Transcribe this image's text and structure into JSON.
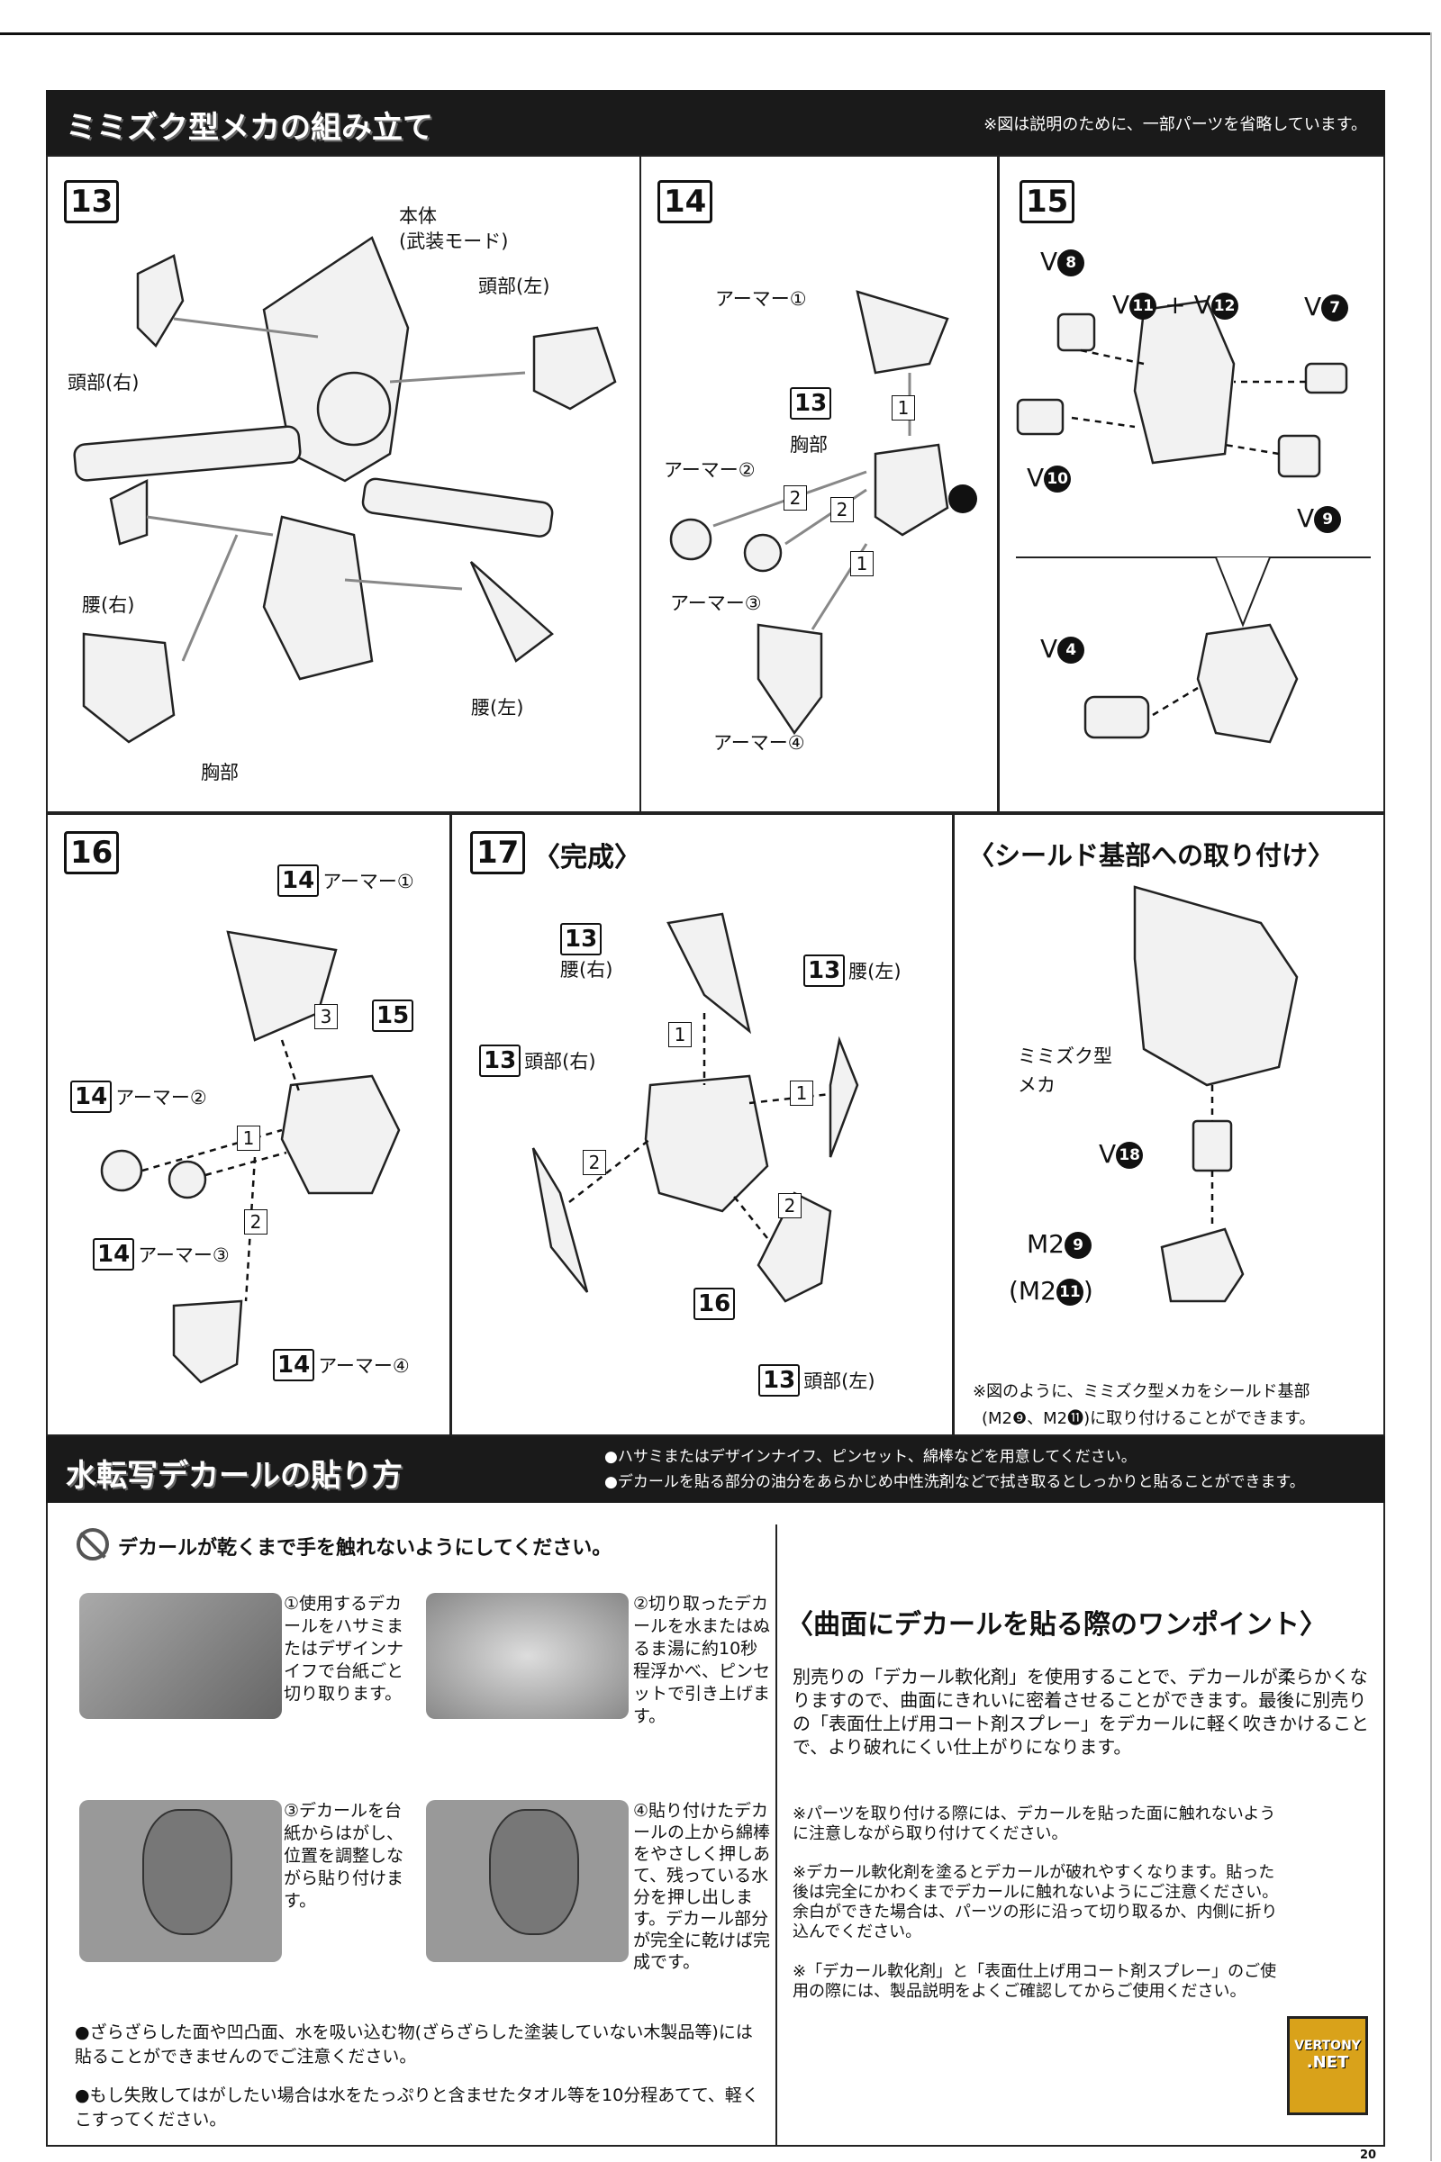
{
  "header": {
    "title": "ミミズク型メカの組み立て",
    "note": "※図は説明のために、一部パーツを省略しています。"
  },
  "steps": {
    "s13": {
      "no": "13",
      "labels": {
        "body": "本体",
        "body_mode": "(武装モード)",
        "head_l": "頭部(左)",
        "head_r": "頭部(右)",
        "waist_r": "腰(右)",
        "waist_l": "腰(左)",
        "chest": "胸部"
      }
    },
    "s14": {
      "no": "14",
      "labels": {
        "armor1": "アーマー①",
        "ref": "13",
        "chest": "胸部",
        "armor2": "アーマー②",
        "armor3": "アーマー③",
        "armor4": "アーマー④",
        "n1": "1",
        "n2": "2"
      }
    },
    "s15": {
      "no": "15",
      "labels": {
        "v8": "V",
        "c8": "8",
        "v11": "V",
        "c11": "11",
        "plus": "+",
        "v12": "V",
        "c12": "12",
        "v7": "V",
        "c7": "7",
        "v10": "V",
        "c10": "10",
        "v9": "V",
        "c9": "9",
        "v4": "V",
        "c4": "4"
      }
    },
    "s16": {
      "no": "16",
      "labels": {
        "ref14": "14",
        "ref15": "15",
        "armor1": "アーマー①",
        "armor2": "アーマー②",
        "armor3": "アーマー③",
        "armor4": "アーマー④",
        "n1": "1",
        "n2": "2",
        "n3": "3"
      }
    },
    "s17": {
      "no": "17",
      "title": "〈完成〉",
      "labels": {
        "ref13": "13",
        "ref16": "16",
        "waist_r": "腰(右)",
        "waist_l": "腰(左)",
        "head_r": "頭部(右)",
        "head_l": "頭部(左)",
        "n1": "1",
        "n2": "2"
      }
    },
    "shield": {
      "title": "〈シールド基部への取り付け〉",
      "mecha": "ミミズク型",
      "mecha2": "メカ",
      "v": "V",
      "c18": "18",
      "m2a": "M2",
      "c9": "9",
      "m2b": "(M2",
      "c11": "11",
      "m2b_end": ")",
      "note1": "※図のように、ミミズク型メカをシールド基部",
      "note2": "(M2❾、M2⓫)に取り付けることができます。"
    }
  },
  "decal": {
    "title": "水転写デカールの貼り方",
    "bullets": [
      "●ハサミまたはデザインナイフ、ピンセット、綿棒などを用意してください。",
      "●デカールを貼る部分の油分をあらかじめ中性洗剤などで拭き取るとしっかりと貼ることができます。"
    ],
    "warning": "デカールが乾くまで手を触れないようにしてください。",
    "steps": [
      "①使用するデカールをハサミまたはデザインナイフで台紙ごと切り取ります。",
      "②切り取ったデカールを水またはぬるま湯に約10秒程浮かべ、ピンセットで引き上げます。",
      "③デカールを台紙からはがし、位置を調整しながら貼り付けます。",
      "④貼り付けたデカールの上から綿棒をやさしく押しあて、残っている水分を押し出します。デカール部分が完全に乾けば完成です。"
    ],
    "notes": [
      "●ざらざらした面や凹凸面、水を吸い込む物(ざらざらした塗装していない木製品等)には貼ることができませんのでご注意ください。",
      "●もし失敗してはがしたい場合は水をたっぷりと含ませたタオル等を10分程あてて、軽くこすってください。"
    ],
    "tip_title": "〈曲面にデカールを貼る際のワンポイント〉",
    "tip_body": "別売りの「デカール軟化剤」を使用することで、デカールが柔らかくなりますので、曲面にきれいに密着させることができます。最後に別売りの「表面仕上げ用コート剤スプレー」をデカールに軽く吹きかけることで、より破れにくい仕上がりになります。",
    "tip_notes": [
      "※パーツを取り付ける際には、デカールを貼った面に触れないように注意しながら取り付けてください。",
      "※デカール軟化剤を塗るとデカールが破れやすくなります。貼った後は完全にかわくまでデカールに触れないようにご注意ください。余白ができた場合は、パーツの形に沿って切り取るか、内側に折り込んでください。",
      "※「デカール軟化剤」と「表面仕上げ用コート剤スプレー」のご使用の際には、製品説明をよくご確認してからご使用ください。"
    ]
  },
  "logo": {
    "line1": "VERTONY",
    "line2": ".NET"
  },
  "page_number": "20"
}
